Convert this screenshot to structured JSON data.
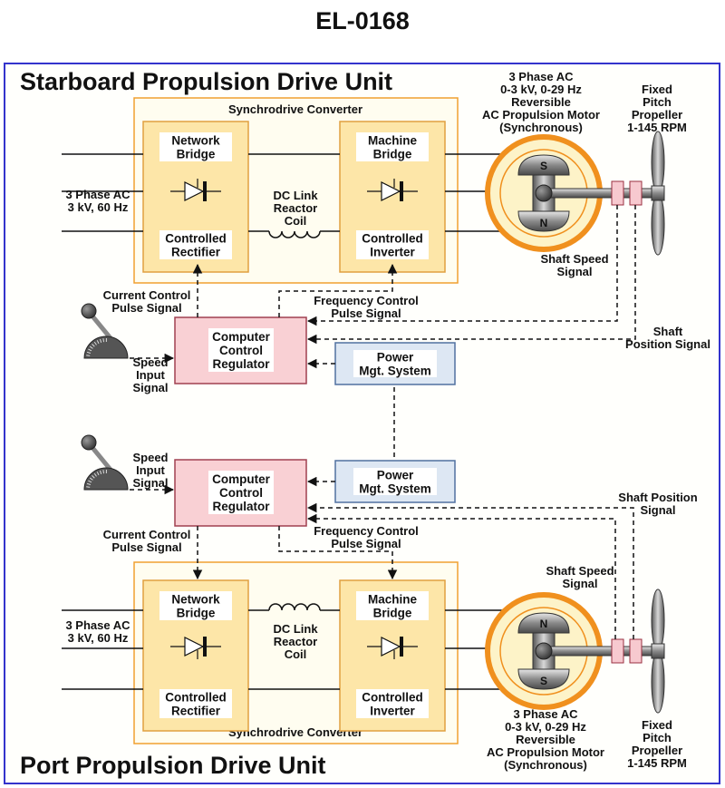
{
  "title": "EL-0168",
  "starboard": {
    "unit_title": "Starboard Propulsion Drive Unit",
    "converter_label": "Synchrodrive Converter",
    "network_bridge": [
      "Network",
      "Bridge"
    ],
    "controlled_rectifier": [
      "Controlled",
      "Rectifier"
    ],
    "machine_bridge": [
      "Machine",
      "Bridge"
    ],
    "controlled_inverter": [
      "Controlled",
      "Inverter"
    ],
    "dc_link": [
      "DC Link",
      "Reactor",
      "Coil"
    ],
    "supply": [
      "3 Phase AC",
      "3 kV, 60 Hz"
    ],
    "motor_desc": [
      "3 Phase AC",
      "0-3 kV, 0-29 Hz",
      "Reversible",
      "AC Propulsion Motor",
      "(Synchronous)"
    ],
    "propeller_desc": [
      "Fixed",
      "Pitch",
      "Propeller",
      "1-145 RPM"
    ],
    "pole_top": "S",
    "pole_bottom": "N",
    "shaft_speed": [
      "Shaft Speed",
      "Signal"
    ],
    "shaft_position": [
      "Shaft",
      "Position Signal"
    ],
    "current_control": [
      "Current Control",
      "Pulse Signal"
    ],
    "frequency_control": [
      "Frequency Control",
      "Pulse Signal"
    ],
    "regulator": [
      "Computer",
      "Control",
      "Regulator"
    ],
    "speed_input": [
      "Speed",
      "Input",
      "Signal"
    ],
    "power_mgt": [
      "Power",
      "Mgt. System"
    ]
  },
  "port": {
    "unit_title": "Port Propulsion Drive Unit",
    "converter_label": "Synchrodrive Converter",
    "network_bridge": [
      "Network",
      "Bridge"
    ],
    "controlled_rectifier": [
      "Controlled",
      "Rectifier"
    ],
    "machine_bridge": [
      "Machine",
      "Bridge"
    ],
    "controlled_inverter": [
      "Controlled",
      "Inverter"
    ],
    "dc_link": [
      "DC Link",
      "Reactor",
      "Coil"
    ],
    "supply": [
      "3 Phase AC",
      "3 kV, 60 Hz"
    ],
    "motor_desc": [
      "3 Phase AC",
      "0-3 kV, 0-29 Hz",
      "Reversible",
      "AC Propulsion Motor",
      "(Synchronous)"
    ],
    "propeller_desc": [
      "Fixed",
      "Pitch",
      "Propeller",
      "1-145 RPM"
    ],
    "pole_top": "N",
    "pole_bottom": "S",
    "shaft_speed": [
      "Shaft Speed",
      "Signal"
    ],
    "shaft_position": [
      "Shaft Position",
      "Signal"
    ],
    "current_control": [
      "Current Control",
      "Pulse Signal"
    ],
    "frequency_control": [
      "Frequency Control",
      "Pulse Signal"
    ],
    "regulator": [
      "Computer",
      "Control",
      "Regulator"
    ],
    "speed_input": [
      "Speed",
      "Input",
      "Signal"
    ],
    "power_mgt": [
      "Power",
      "Mgt. System"
    ]
  },
  "colors": {
    "frame": "#3333cc",
    "unit_title": "#1010d0",
    "converter_border": "#f0a030",
    "converter_fill": "#fffdf0",
    "bridge_fill": "#fde6a8",
    "regulator_fill": "#f9d0d4",
    "regulator_border": "#a04050",
    "pms_fill": "#dde7f3",
    "pms_border": "#5070a0",
    "motor_ring": "#f0901e",
    "motor_fill": "#fdf3c8"
  }
}
